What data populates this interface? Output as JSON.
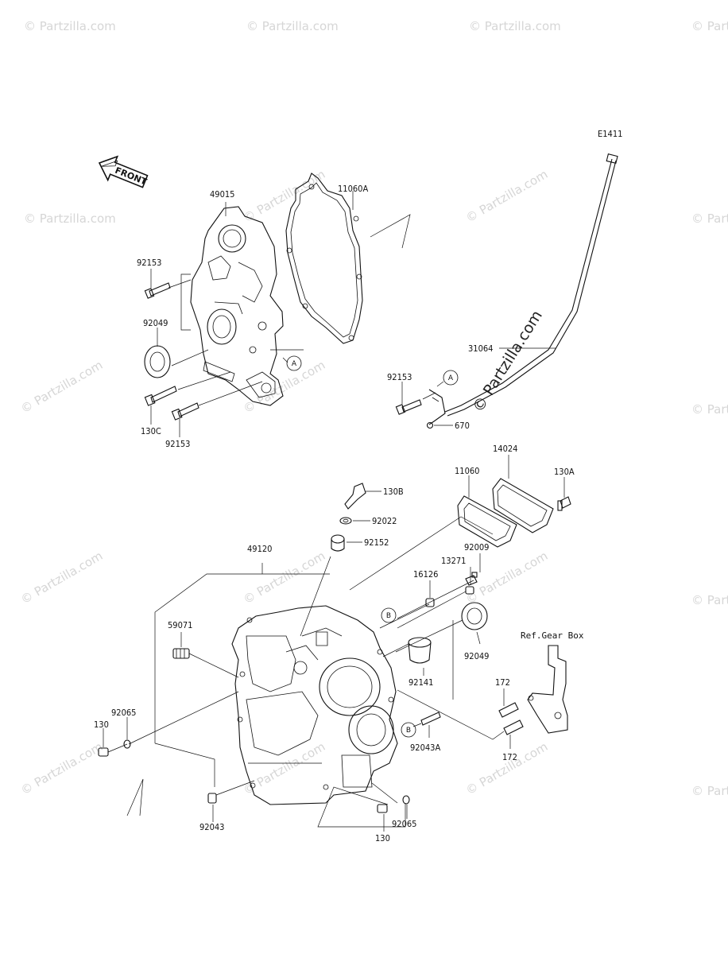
{
  "diagram_code": "E1411",
  "front_label": "FRONT",
  "reference_note": "Ref.Gear Box",
  "watermark_text": "© Partzilla.com",
  "watermark_big_text": "© Partzilla.com",
  "ref_markers": {
    "a": "A",
    "b": "B"
  },
  "part_labels": {
    "p49015": "49015",
    "p11060A": "11060A",
    "p92153_top": "92153",
    "p92049_top": "92049",
    "p130C": "130C",
    "p92153_bottom": "92153",
    "p31064": "31064",
    "p92153_right": "92153",
    "p670": "670",
    "p14024": "14024",
    "p11060": "11060",
    "p130A": "130A",
    "p130B": "130B",
    "p92022": "92022",
    "p92152": "92152",
    "p49120": "49120",
    "p92009": "92009",
    "p13271": "13271",
    "p16126": "16126",
    "p59071": "59071",
    "p92049_bottom": "92049",
    "p92141": "92141",
    "p172_top": "172",
    "p172_bottom": "172",
    "p92065_left": "92065",
    "p130_left": "130",
    "p92043A": "92043A",
    "p92043": "92043",
    "p130_bottom": "130",
    "p92065_bottom": "92065"
  }
}
